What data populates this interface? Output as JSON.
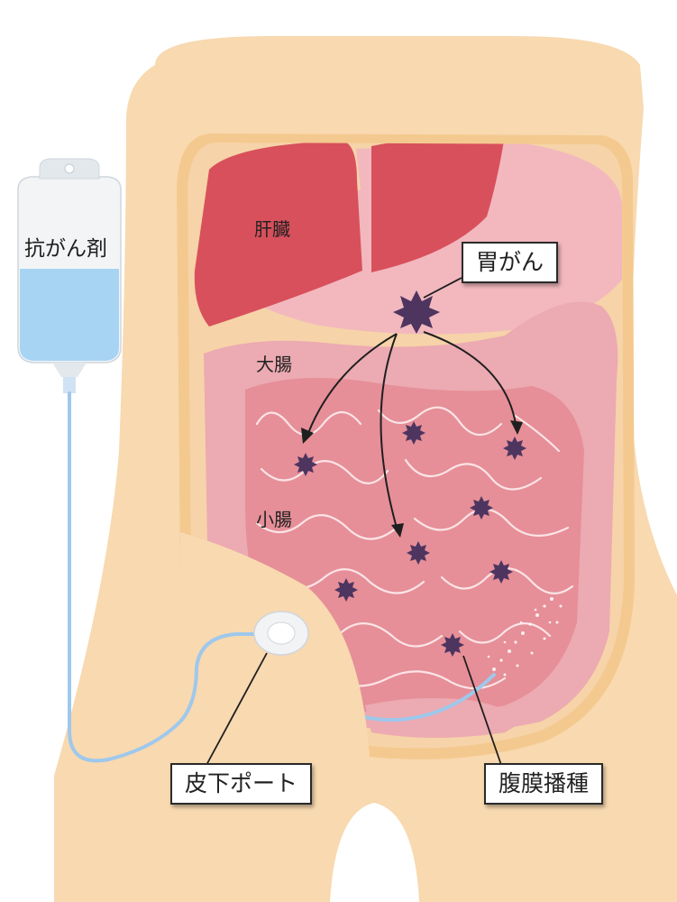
{
  "labels": {
    "drug_bag": "抗がん剤",
    "liver": "肝臓",
    "stomach_cancer": "胃がん",
    "large_intestine": "大腸",
    "small_intestine": "小腸",
    "subcutaneous_port": "皮下ポート",
    "peritoneal_dissemination": "腹膜播種"
  },
  "colors": {
    "skin": "#f8d9b0",
    "liver": "#d8505c",
    "stomach": "#f2b8be",
    "intestine": "#e68f98",
    "tumor": "#4e3560",
    "tube": "#9ec8ec",
    "drug_fluid": "#a8d4f4"
  }
}
